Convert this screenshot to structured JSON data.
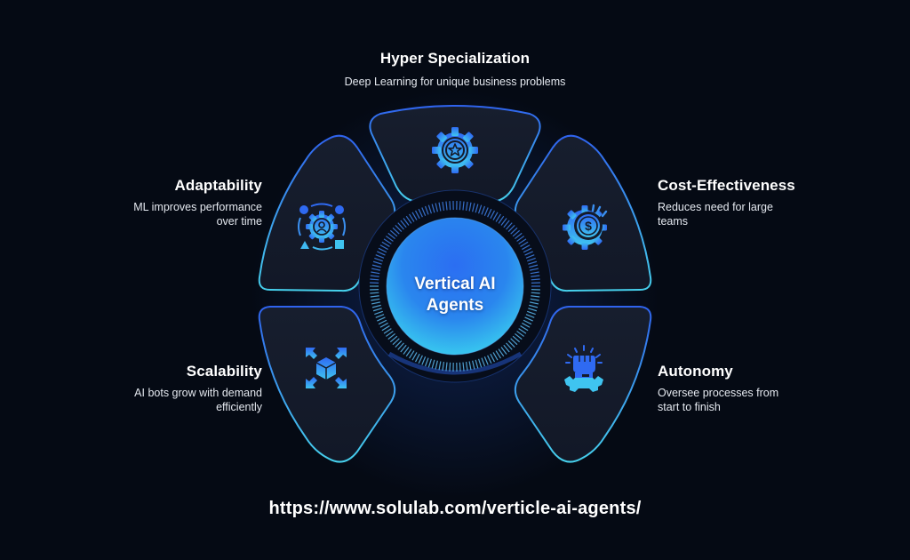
{
  "diagram": {
    "center": {
      "label": "Vertical AI Agents"
    },
    "segments": [
      {
        "id": "top",
        "title": "Hyper Specialization",
        "description": "Deep Learning for unique business problems",
        "icon": "gear-star-icon"
      },
      {
        "id": "top-left",
        "title": "Adaptability",
        "description": "ML improves performance over time",
        "icon": "gear-user-cycle-icon"
      },
      {
        "id": "top-right",
        "title": "Cost-Effectiveness",
        "description": "Reduces need for large teams",
        "icon": "gear-dollar-icon"
      },
      {
        "id": "bottom-left",
        "title": "Scalability",
        "description": "AI bots grow with demand efficiently",
        "icon": "cube-expand-icon"
      },
      {
        "id": "bottom-right",
        "title": "Autonomy",
        "description": "Oversee processes from start to finish",
        "icon": "fist-gear-icon"
      }
    ]
  },
  "footer": {
    "url": "https://www.solulab.com/verticle-ai-agents/"
  },
  "colors": {
    "background": "#050a14",
    "petal_fill": "#151c2c",
    "outline_blue": "#2f6cf0",
    "outline_cyan": "#3ec6e8",
    "center_top": "#2a5cf0",
    "center_bottom": "#38c8ee"
  }
}
